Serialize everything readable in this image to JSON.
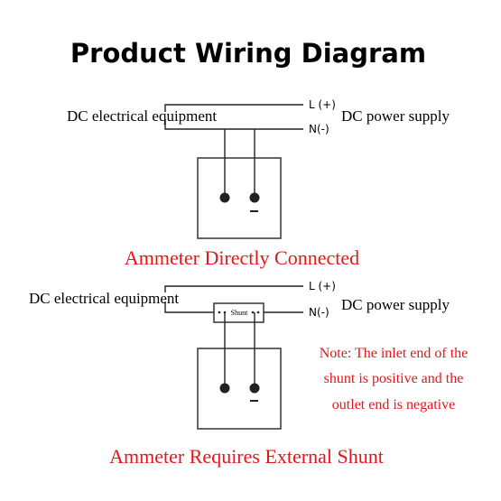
{
  "title": "Product Wiring Diagram",
  "top": {
    "equipment_label": "DC electrical equipment",
    "supply_label": "DC power supply",
    "pos_label": "L (+)",
    "neg_label": "N(-)",
    "caption": "Ammeter Directly Connected"
  },
  "bottom": {
    "equipment_label": "DC electrical equipment",
    "supply_label": "DC power supply",
    "pos_label": "L (+)",
    "neg_label": "N(-)",
    "shunt_label": "Shunt",
    "note_lines": [
      "Note: The inlet end of the",
      "shunt is positive and the",
      "outlet end is negative"
    ],
    "caption": "Ammeter Requires External Shunt"
  },
  "colors": {
    "caption": "#e8141b",
    "line": "#222222"
  }
}
